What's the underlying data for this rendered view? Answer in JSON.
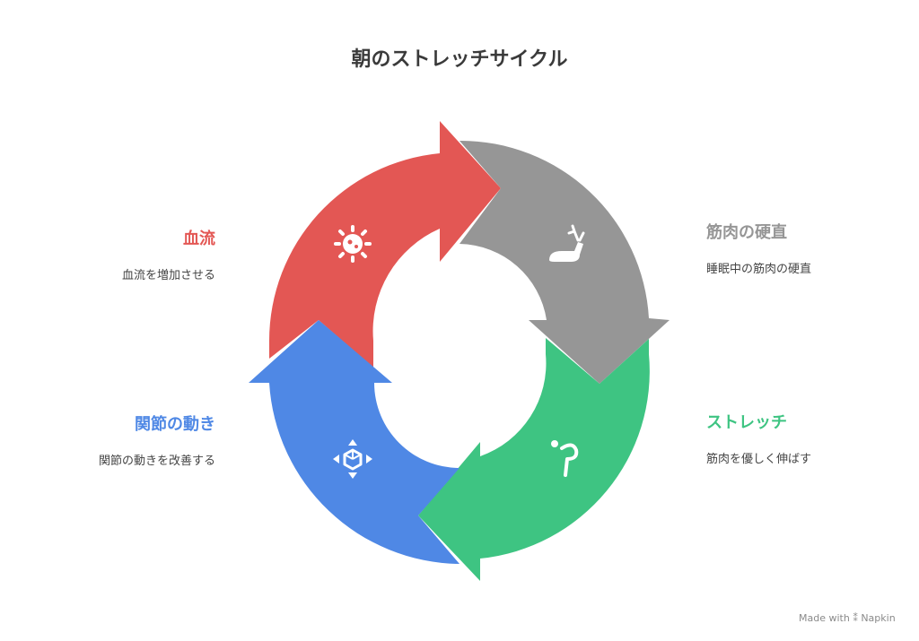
{
  "title": "朝のストレッチサイクル",
  "steps": [
    {
      "name": "血流",
      "desc": "血流を増加させる",
      "color": "#E35754",
      "icon": "bacteria-icon"
    },
    {
      "name": "筋肉の硬直",
      "desc": "睡眠中の筋肉の硬直",
      "color": "#969696",
      "icon": "deer-icon"
    },
    {
      "name": "ストレッチ",
      "desc": "筋肉を優しく伸ばす",
      "color": "#3EC482",
      "icon": "stretching-person-icon"
    },
    {
      "name": "関節の動き",
      "desc": "関節の動きを改善する",
      "color": "#4F88E5",
      "icon": "joint-move-icon"
    }
  ],
  "credit": {
    "prefix": "Made with",
    "brand": "Napkin",
    "icon": "napkin-logo-icon"
  }
}
